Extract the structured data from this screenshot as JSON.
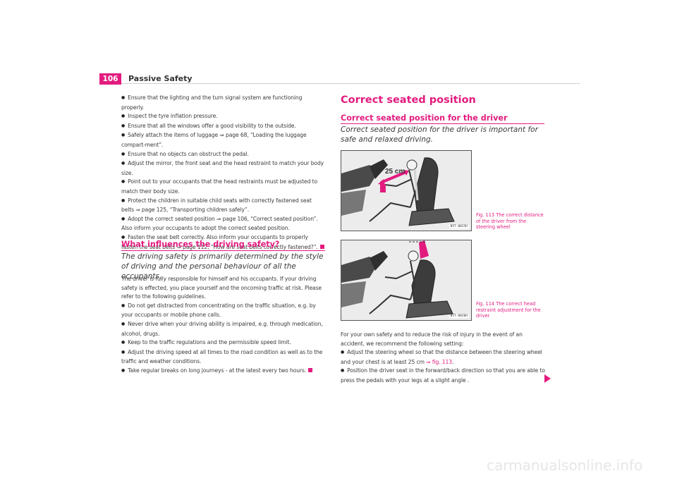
{
  "header": {
    "page_number": "106",
    "section": "Passive Safety"
  },
  "left_column": {
    "checklist": [
      "Ensure that the lighting and the turn signal system are functioning properly.",
      "Inspect the tyre inflation pressure.",
      "Ensure that all the windows offer a good visibility to the outside.",
      "Safely attach the items of luggage ⇒ page 68, “Loading the luggage compart-ment”.",
      "Ensure that no objects can obstruct the pedal.",
      "Adjust the mirror, the front seat and the head restraint to match your body size.",
      "Point out to your occupants that the head restraints must be adjusted to match their body size.",
      "Protect the children in suitable child seats with correctly fastened seat belts ⇒ page 125, “Transporting children safely”.",
      "Adopt the correct seated position ⇒ page 106, “Correct seated position”. Also inform your occupants to adopt the correct seated position.",
      "Fasten the seat belt correctly. Also inform your occupants to properly fasten the seat belts ⇒ page 112, “How are seat belts correctly fastened?”."
    ],
    "driving_safety": {
      "heading": "What influences the driving safety?",
      "lead": "The driving safety is primarily determined by the style of driving and the personal behaviour of all the occupants.",
      "intro": "The driver is fully responsible for himself and his occupants. If your driving safety is effected, you place yourself and the oncoming traffic at risk. Please refer to the following guidelines.",
      "bullets": [
        "Do not get distracted from concentrating on the traffic situation, e.g. by your occupants or mobile phone calls.",
        "Never drive when your driving ability is impaired, e.g. through medication, alcohol, drugs.",
        "Keep to the traffic regulations and the permissible speed limit.",
        "Adjust the driving speed at all times to the road condition as well as to the traffic and weather conditions.",
        "Take regular breaks on long journeys - at the latest every two hours."
      ]
    }
  },
  "right_column": {
    "title": "Correct seated position",
    "subheading": "Correct seated position for the driver",
    "lead": "Correct seated position for the driver is important for safe and relaxed driving.",
    "figures": [
      {
        "caption": "Fig. 113   The correct distance of the driver from the steering wheel",
        "label": "25 cm",
        "code": "B5T-0025H"
      },
      {
        "caption": "Fig. 114   The correct head restraint adjustment for the driver",
        "code": "B5T-0026H"
      }
    ],
    "intro": "For your own safety and to reduce the risk of injury in the event of an accident, we recommend the following setting:",
    "bullet1_text": "Adjust the steering wheel so that the distance between the steering wheel and your chest is at least 25 cm ",
    "bullet1_link": "⇒ fig. 113",
    "bullet1_end": ".",
    "bullet2": "Position the driver seat in the forward/back direction so that you are able to press the pedals with your legs at a slight angle ."
  },
  "watermark": "carmanualsonline.info",
  "colors": {
    "accent": "#e31b7f",
    "text": "#3a3a3a"
  }
}
